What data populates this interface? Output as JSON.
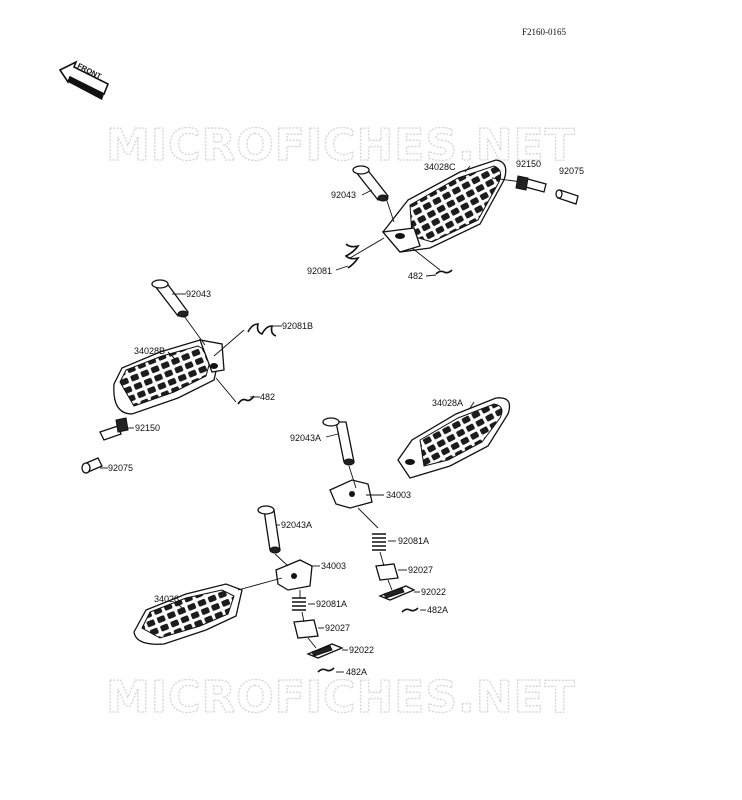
{
  "figure_code": "F2160-0165",
  "front_label": "FRONT",
  "watermark_text": "MICROFICHES.NET",
  "parts": {
    "p34028C": "34028C",
    "p92150_top": "92150",
    "p92075_top": "92075",
    "p92043_top": "92043",
    "p92081_top": "92081",
    "p482_top": "482",
    "p92043_left": "92043",
    "p92081B": "92081B",
    "p34028B": "34028B",
    "p482_left": "482",
    "p92150_left": "92150",
    "p92075_left": "92075",
    "p34028A": "34028A",
    "p92043A_right": "92043A",
    "p34003_right": "34003",
    "p92081A_right": "92081A",
    "p92027_right": "92027",
    "p92022_right": "92022",
    "p482A_right": "482A",
    "p92043A_low": "92043A",
    "p34003_low": "34003",
    "p92081A_low": "92081A",
    "p34028": "34028",
    "p92027_low": "92027",
    "p92022_low": "92022",
    "p482A_low": "482A"
  },
  "colors": {
    "ink": "#111111",
    "watermark": "#d4d4d4",
    "background": "#ffffff"
  }
}
